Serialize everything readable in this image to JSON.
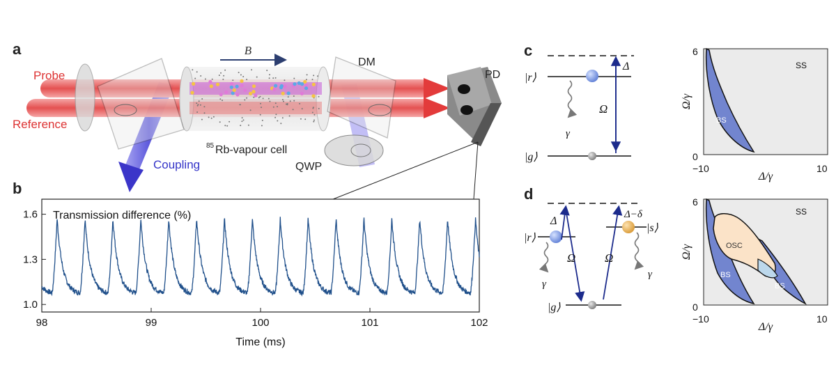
{
  "panels": {
    "a": "a",
    "b": "b",
    "c": "c",
    "d": "d"
  },
  "setup": {
    "probe": "Probe",
    "reference": "Reference",
    "coupling": "Coupling",
    "magnetic_field": "B",
    "cell_isotope": "85",
    "cell_label": "Rb-vapour cell",
    "dm": "DM",
    "qwp": "QWP",
    "pd": "PD"
  },
  "chart_data": {
    "type": "line",
    "title": "Transmission difference (%)",
    "xlabel": "Time (ms)",
    "ylabel": "",
    "xlim": [
      98,
      102
    ],
    "ylim": [
      0.95,
      1.7
    ],
    "xticks": [
      98,
      99,
      100,
      101,
      102
    ],
    "yticks": [
      1.0,
      1.3,
      1.6
    ],
    "ytick_labels": [
      "1.0",
      "1.3",
      "1.6"
    ],
    "series": [
      {
        "period_ms": 0.255,
        "first_peak_ms": 98.14,
        "peak": 1.57,
        "trough": 1.07,
        "color": "#1f4f8a"
      }
    ]
  },
  "level_c": {
    "r_state": "|r⟩",
    "g_state": "|g⟩",
    "detuning": "Δ",
    "rabi": "Ω",
    "decay": "γ"
  },
  "level_d": {
    "r_state": "|r⟩",
    "s_state": "|s⟩",
    "g_state": "|g⟩",
    "detuning": "Δ",
    "detuning2": "Δ−δ",
    "rabi_left": "Ω",
    "rabi_right": "Ω",
    "decay_left": "γ",
    "decay_right": "γ"
  },
  "phase_c": {
    "ylabel": "Ω/γ",
    "xlabel": "Δ/γ",
    "ytick_top": "6",
    "ytick_bottom": "0",
    "xtick_left": "−10",
    "xtick_right": "10",
    "region_ss": "SS",
    "region_bs": "BS"
  },
  "phase_d": {
    "ylabel": "Ω/γ",
    "xlabel": "Δ/γ",
    "ytick_top": "6",
    "ytick_bottom": "0",
    "xtick_left": "−10",
    "xtick_right": "10",
    "region_ss": "SS",
    "region_osc": "OSC",
    "region_bs1": "BS",
    "region_bs2": "BS"
  }
}
